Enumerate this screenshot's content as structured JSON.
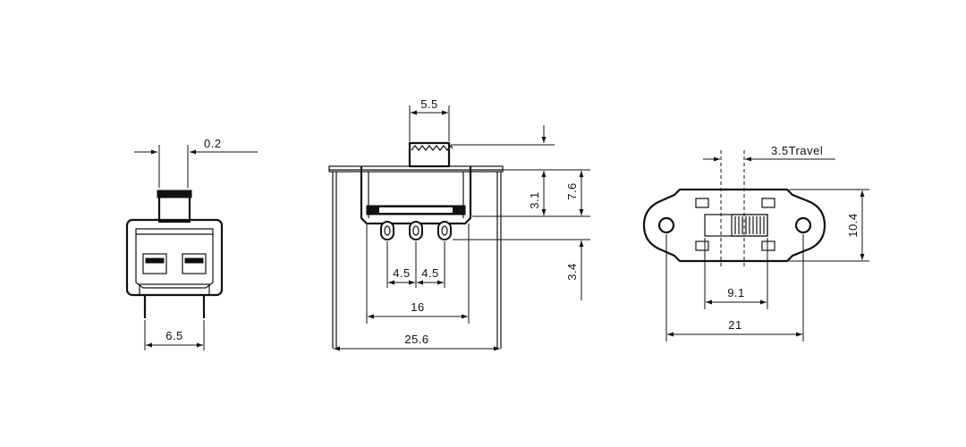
{
  "front_view": {
    "dim_pin_thickness": "0.2",
    "dim_pin_spacing": "6.5"
  },
  "side_view": {
    "dim_actuator_width": "5.5",
    "dim_pin_pitch_left": "4.5",
    "dim_pin_pitch_right": "4.5",
    "dim_body_inner": "16",
    "dim_overall_length": "25.6",
    "dim_body_height": "3.1",
    "dim_overall_height": "7.6",
    "dim_pin_length": "3.4"
  },
  "top_view": {
    "dim_travel": "3.5Travel",
    "dim_width": "10.4",
    "dim_slot": "9.1",
    "dim_hole_spacing": "21"
  }
}
